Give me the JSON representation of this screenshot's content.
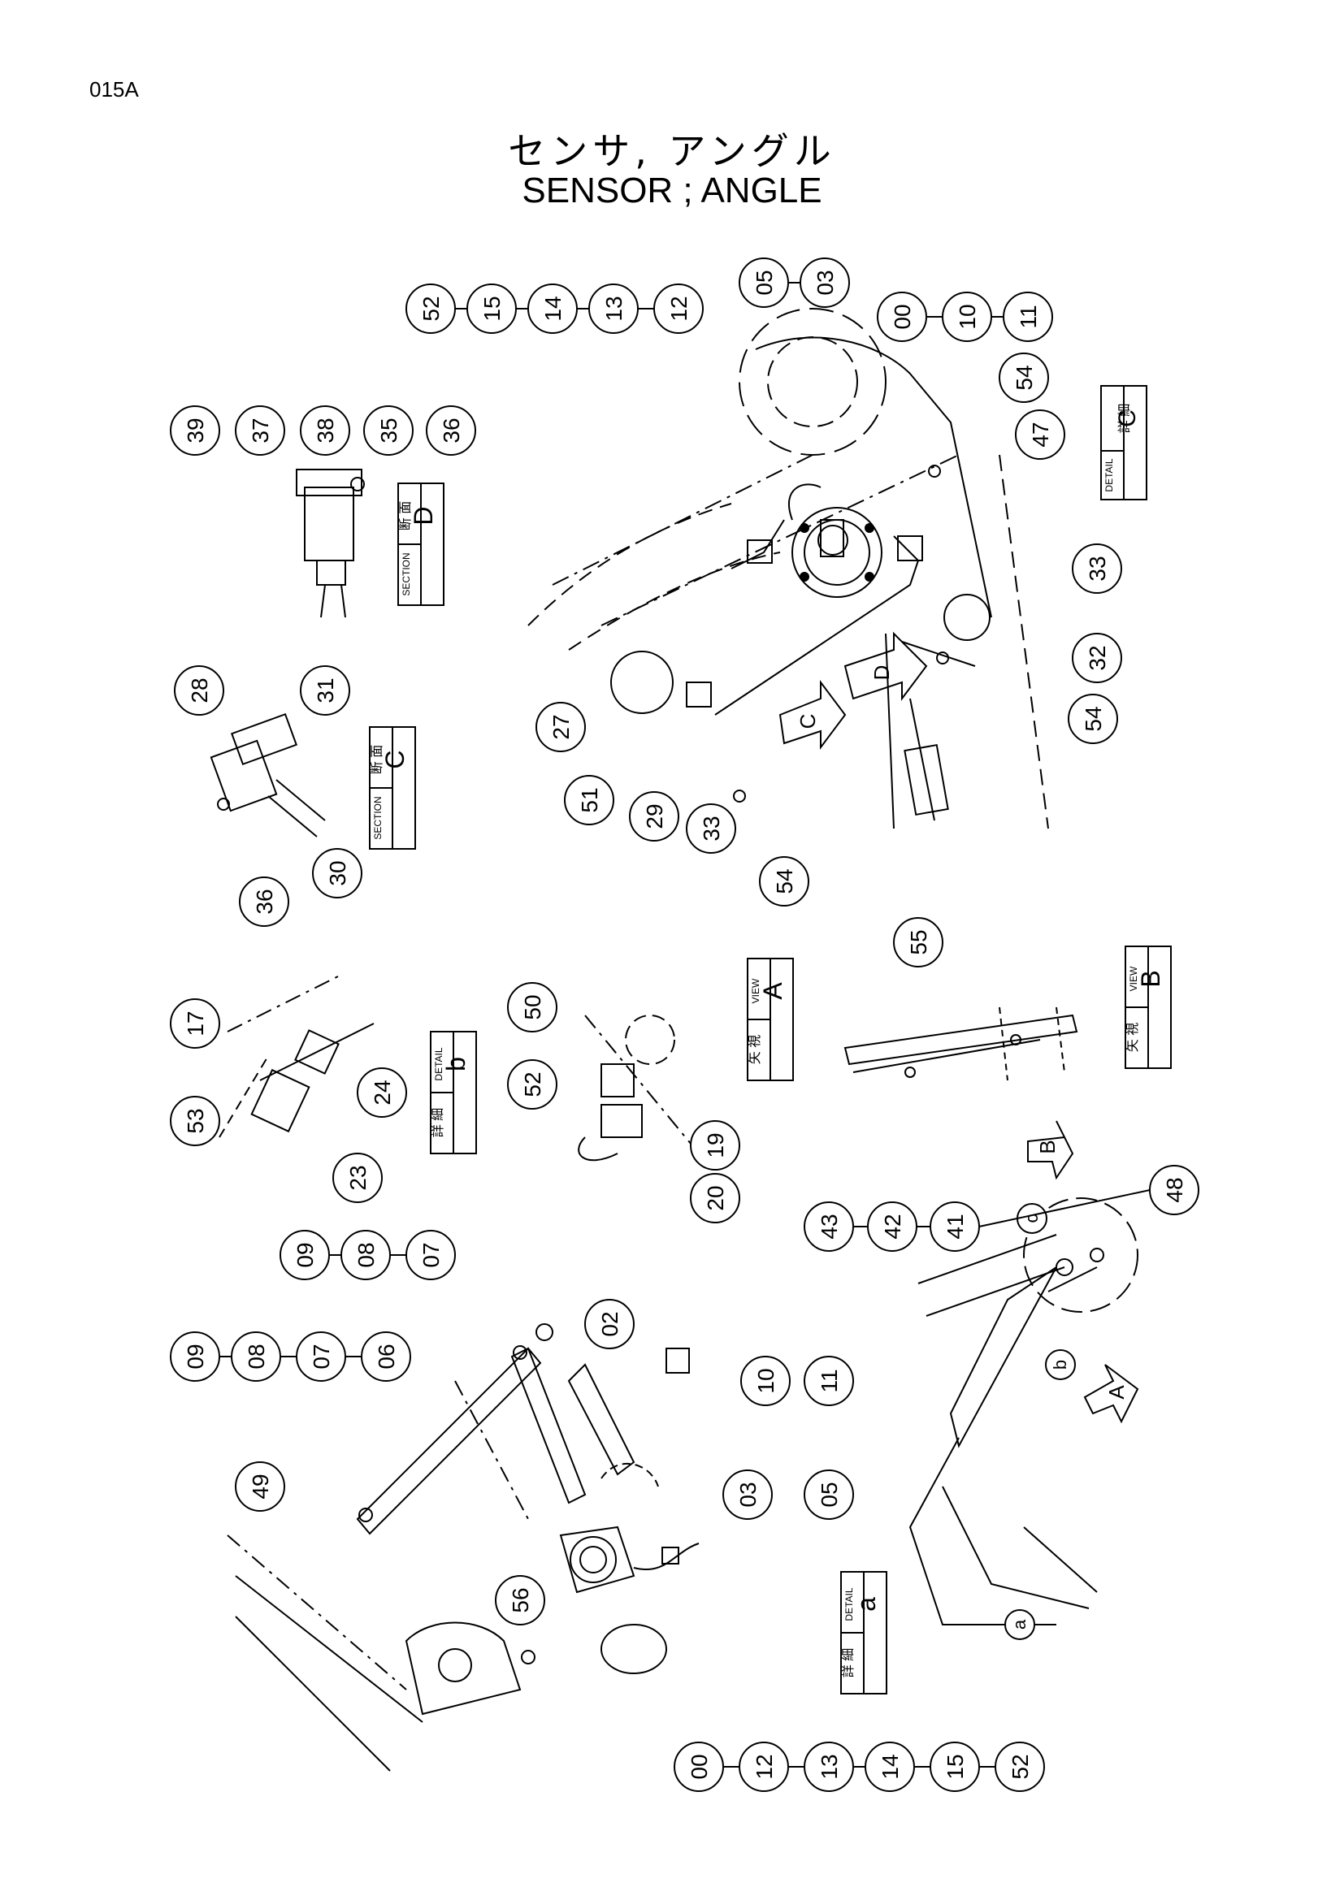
{
  "page_code": "015A",
  "title_jp": "センサ, アングル",
  "title_en": "SENSOR ; ANGLE",
  "balloon_rows": {
    "top_left_row": [
      "52",
      "15",
      "14",
      "13",
      "12"
    ],
    "top_mid_pair": [
      "05",
      "03"
    ],
    "top_right_row": [
      "00",
      "10",
      "11"
    ],
    "section_d": [
      "39",
      "37",
      "38",
      "35",
      "36"
    ],
    "section_c": [
      "28",
      "31",
      "36",
      "30"
    ],
    "detail_c_right": [
      "54",
      "47",
      "33",
      "32",
      "54"
    ],
    "detail_c_lower": [
      "27",
      "51",
      "29",
      "33",
      "54"
    ],
    "view_a": [
      "50",
      "52",
      "19",
      "20"
    ],
    "view_b": [
      "55"
    ],
    "detail_b": [
      "17",
      "53",
      "24",
      "23"
    ],
    "arm_group": [
      "43",
      "42",
      "41",
      "48"
    ],
    "bottom_upper_row": [
      "09",
      "08",
      "07"
    ],
    "bottom_left_row": [
      "09",
      "08",
      "07",
      "06"
    ],
    "bottom_misc": [
      "02",
      "10",
      "11",
      "03",
      "05",
      "49",
      "56"
    ],
    "bottom_row": [
      "00",
      "12",
      "13",
      "14",
      "15",
      "52"
    ]
  },
  "label_boxes": {
    "detail_c": {
      "kanji": "詳 細",
      "en": "DETAIL",
      "letter": "C"
    },
    "section_d": {
      "kanji": "断 面",
      "en": "SECTION",
      "letter": "D"
    },
    "section_c": {
      "kanji": "断 面",
      "en": "SECTION",
      "letter": "C"
    },
    "view_a": {
      "kanji": "矢 視",
      "en": "VIEW",
      "letter": "A"
    },
    "view_b": {
      "kanji": "矢 視",
      "en": "VIEW",
      "letter": "B"
    },
    "detail_b": {
      "kanji": "詳 細",
      "en": "DETAIL",
      "letter": "b"
    },
    "detail_a": {
      "kanji": "詳 細",
      "en": "DETAIL",
      "letter": "a"
    }
  },
  "arrow_letters": {
    "arrow_c": "C",
    "arrow_d": "D",
    "arrow_a": "A",
    "arrow_b": "B",
    "small_c": "c",
    "small_b": "b",
    "small_a": "a"
  }
}
